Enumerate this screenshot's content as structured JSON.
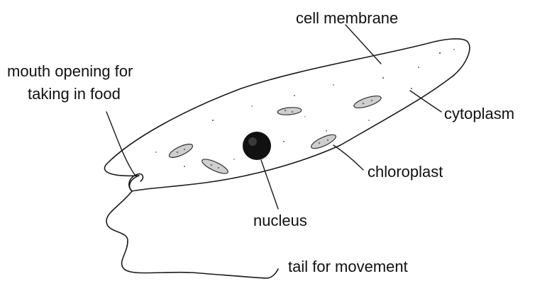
{
  "labels": {
    "cell_membrane": "cell membrane",
    "mouth_line1": "mouth opening for",
    "mouth_line2": "taking in food",
    "cytoplasm": "cytoplasm",
    "chloroplast": "chloroplast",
    "nucleus": "nucleus",
    "tail": "tail for movement"
  },
  "colors": {
    "outline": "#1a1a1a",
    "nucleus": "#111111",
    "chloroplast_fill": "#cfcfcf"
  }
}
